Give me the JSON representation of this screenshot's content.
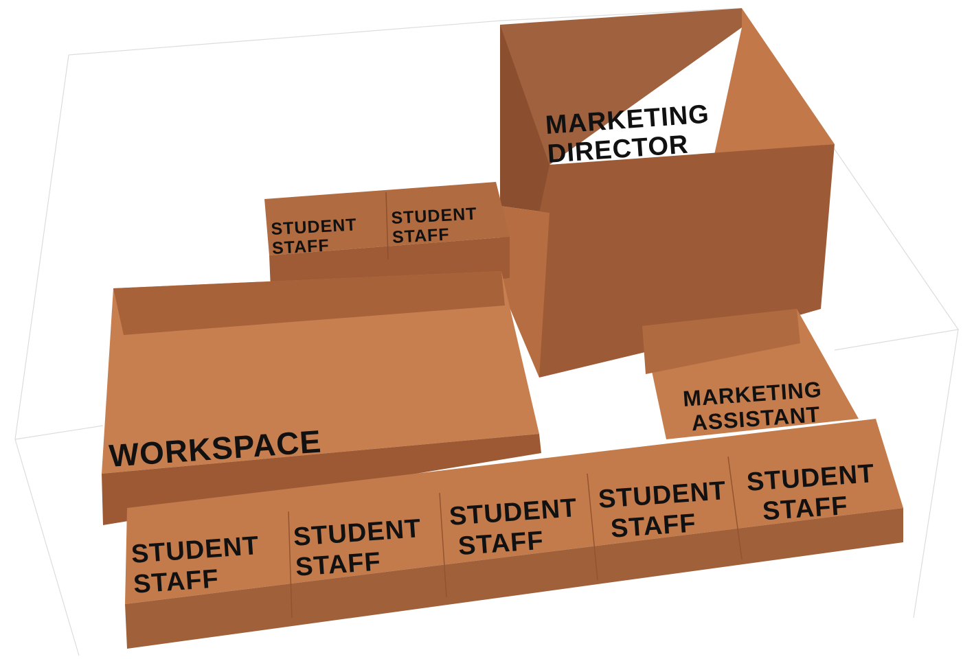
{
  "diagram": {
    "colors": {
      "box_top": "#c77e4e",
      "box_side_dark": "#9e5a35",
      "box_side_mid": "#b26a3f",
      "box_inner_shadow": "#5a3a2a",
      "outline": "#dcdcdc",
      "label": "#111111"
    },
    "rooms": [
      {
        "id": "marketing-director",
        "label_lines": [
          "MARKETING",
          "DIRECTOR"
        ]
      },
      {
        "id": "student-staff-back-1",
        "label_lines": [
          "STUDENT",
          "STAFF"
        ]
      },
      {
        "id": "student-staff-back-2",
        "label_lines": [
          "STUDENT",
          "STAFF"
        ]
      },
      {
        "id": "workspace",
        "label_lines": [
          "WORKSPACE"
        ]
      },
      {
        "id": "marketing-assistant",
        "label_lines": [
          "MARKETING",
          "ASSISTANT"
        ]
      },
      {
        "id": "student-staff-front-1",
        "label_lines": [
          "STUDENT",
          "STAFF"
        ]
      },
      {
        "id": "student-staff-front-2",
        "label_lines": [
          "STUDENT",
          "STAFF"
        ]
      },
      {
        "id": "student-staff-front-3",
        "label_lines": [
          "STUDENT",
          "STAFF"
        ]
      },
      {
        "id": "student-staff-front-4",
        "label_lines": [
          "STUDENT",
          "STAFF"
        ]
      },
      {
        "id": "student-staff-front-5",
        "label_lines": [
          "STUDENT",
          "STAFF"
        ]
      }
    ]
  }
}
